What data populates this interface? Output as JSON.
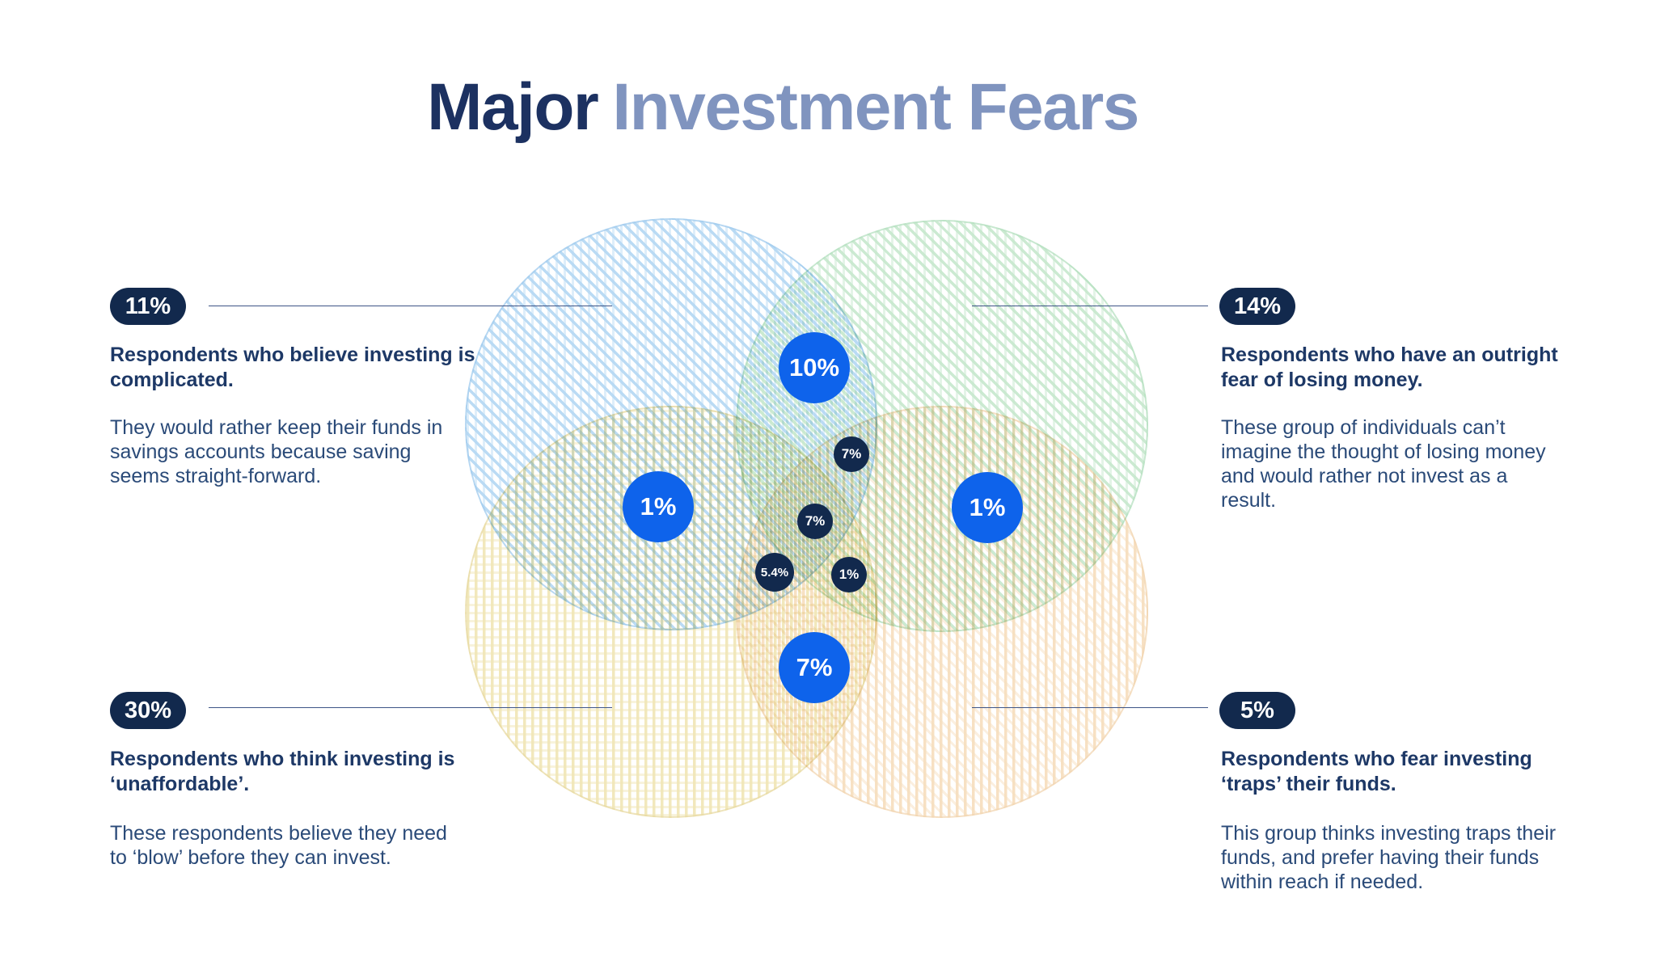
{
  "title": {
    "emphasis": "Major",
    "rest": "Investment Fears"
  },
  "colors": {
    "accent_blue": "#0e63eb",
    "navy": "#12294d",
    "title_primary": "#1c3161",
    "title_secondary": "#8094bf",
    "circle_blue_stripe": "#b7d9f3",
    "circle_green_stripe": "#c9e9d0",
    "circle_yellow_stripe": "#f1e7b9",
    "circle_orange_stripe": "#f7dfc0"
  },
  "callouts": {
    "top_left": {
      "badge": "11%",
      "heading": "Respondents who believe investing is\ncomplicated.",
      "body": "They would rather keep their funds in\nsavings accounts because saving\nseems straight-forward."
    },
    "top_right": {
      "badge": "14%",
      "heading": "Respondents who have an outright\nfear of losing money.",
      "body": "These group of individuals can’t\nimagine the thought of losing money\nand would rather not invest as a\nresult."
    },
    "bottom_left": {
      "badge": "30%",
      "heading": "Respondents who think investing is\n‘unaffordable’.",
      "body": "These respondents believe they need\nto ‘blow’ before they can invest."
    },
    "bottom_right": {
      "badge": "5%",
      "heading": "Respondents who fear investing\n‘traps’ their funds.",
      "body": "This group thinks investing traps their\nfunds, and prefer having their funds\nwithin reach if needed."
    }
  },
  "venn": {
    "bubbles": [
      {
        "label": "10%",
        "sets": [
          "complicated",
          "losing-money"
        ]
      },
      {
        "label": "1%",
        "sets": [
          "complicated",
          "unaffordable"
        ]
      },
      {
        "label": "1%",
        "sets": [
          "losing-money",
          "traps-funds"
        ]
      },
      {
        "label": "7%",
        "sets": [
          "unaffordable",
          "traps-funds"
        ]
      },
      {
        "label": "7%",
        "sets": [
          "complicated",
          "losing-money",
          "traps-funds"
        ]
      },
      {
        "label": "7%",
        "sets": [
          "complicated",
          "losing-money",
          "unaffordable",
          "traps-funds"
        ]
      },
      {
        "label": "5.4%",
        "sets": [
          "complicated",
          "unaffordable",
          "traps-funds"
        ]
      },
      {
        "label": "1%",
        "sets": [
          "losing-money",
          "unaffordable",
          "traps-funds"
        ]
      }
    ]
  },
  "chart_data": {
    "type": "venn",
    "title": "Major Investment Fears",
    "sets": [
      {
        "id": "complicated",
        "position": "top-left",
        "value_pct": 11,
        "color": "light-blue",
        "label": "Respondents who believe investing is complicated.",
        "description": "They would rather keep their funds in savings accounts because saving seems straight-forward."
      },
      {
        "id": "losing-money",
        "position": "top-right",
        "value_pct": 14,
        "color": "light-green",
        "label": "Respondents who have an outright fear of losing money.",
        "description": "These group of individuals can’t imagine the thought of losing money and would rather not invest as a result."
      },
      {
        "id": "unaffordable",
        "position": "bottom-left",
        "value_pct": 30,
        "color": "light-yellow",
        "label": "Respondents who think investing is ‘unaffordable’.",
        "description": "These respondents believe they need to ‘blow’ before they can invest."
      },
      {
        "id": "traps-funds",
        "position": "bottom-right",
        "value_pct": 5,
        "color": "light-orange",
        "label": "Respondents who fear investing ‘traps’ their funds.",
        "description": "This group thinks investing traps their funds, and prefer having their funds within reach if needed."
      }
    ],
    "intersections": [
      {
        "sets": [
          "complicated",
          "losing-money"
        ],
        "value_pct": 10,
        "marker": "large-bright-blue"
      },
      {
        "sets": [
          "complicated",
          "unaffordable"
        ],
        "value_pct": 1,
        "marker": "large-bright-blue"
      },
      {
        "sets": [
          "losing-money",
          "traps-funds"
        ],
        "value_pct": 1,
        "marker": "large-bright-blue"
      },
      {
        "sets": [
          "unaffordable",
          "traps-funds"
        ],
        "value_pct": 7,
        "marker": "large-bright-blue"
      },
      {
        "sets": [
          "complicated",
          "losing-money",
          "traps-funds"
        ],
        "value_pct": 7,
        "marker": "small-navy"
      },
      {
        "sets": [
          "complicated",
          "losing-money",
          "unaffordable",
          "traps-funds"
        ],
        "value_pct": 7,
        "marker": "small-navy"
      },
      {
        "sets": [
          "complicated",
          "unaffordable",
          "traps-funds"
        ],
        "value_pct": 5.4,
        "marker": "small-navy"
      },
      {
        "sets": [
          "losing-money",
          "unaffordable",
          "traps-funds"
        ],
        "value_pct": 1,
        "marker": "small-navy"
      }
    ],
    "legend_position": "corner-callouts",
    "grid": false
  }
}
